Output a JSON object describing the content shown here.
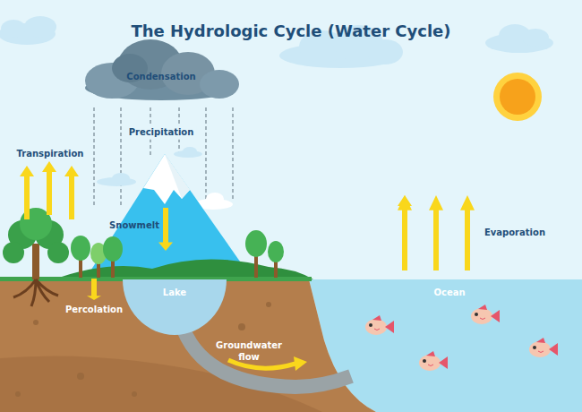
{
  "diagram": {
    "title": "The Hydrologic Cycle (Water Cycle)",
    "labels": [
      "Condensation",
      "Precipitation",
      "Transpiration",
      "Snowmelt",
      "Evaporation",
      "Percolation",
      "Lake",
      "Ocean",
      "Groundwater flow"
    ]
  }
}
